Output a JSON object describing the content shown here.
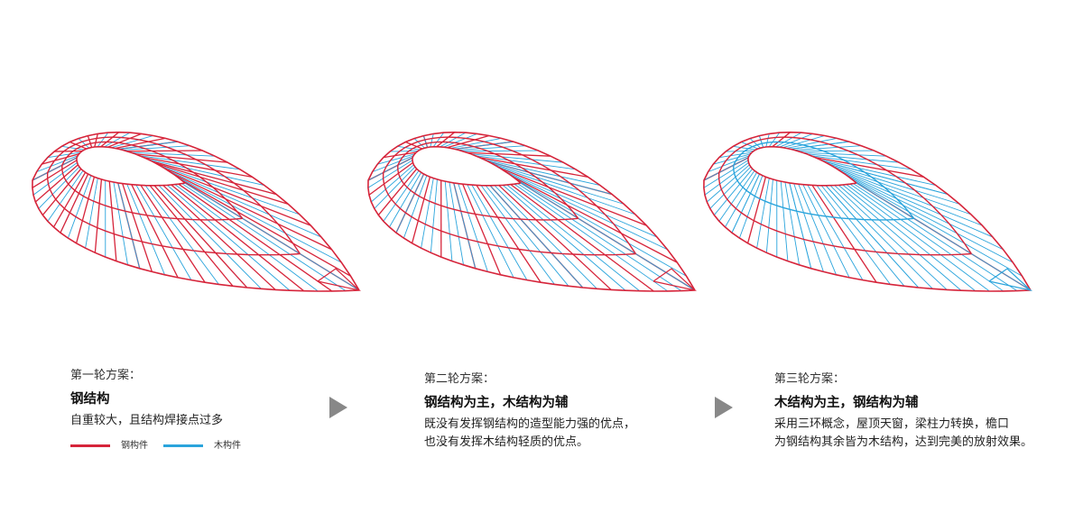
{
  "colors": {
    "steel": "#d6243a",
    "timber": "#2aa4dc",
    "arrow": "#888888"
  },
  "panels": [
    {
      "round_label": "第一轮方案：",
      "title": "钢结构",
      "description": [
        "自重较大，且结构焊接点过多"
      ],
      "timber_ratio": 0.35
    },
    {
      "round_label": "第二轮方案：",
      "title": "钢结构为主，木结构为辅",
      "description": [
        "既没有发挥钢结构的造型能力强的优点，",
        "也没有发挥木结构轻质的优点。"
      ],
      "timber_ratio": 0.65
    },
    {
      "round_label": "第三轮方案：",
      "title": "木结构为主，钢结构为辅",
      "description": [
        "采用三环概念，屋顶天窗，梁柱力转换，檐口",
        "为钢结构其余皆为木结构，达到完美的放射效果。"
      ],
      "timber_ratio": 0.95
    }
  ],
  "legend": [
    {
      "label": "钢构件",
      "color": "#d6243a"
    },
    {
      "label": "木构件",
      "color": "#2aa4dc"
    }
  ],
  "arrows": [
    {
      "icon": "triangle-right-icon"
    },
    {
      "icon": "triangle-right-icon"
    }
  ]
}
